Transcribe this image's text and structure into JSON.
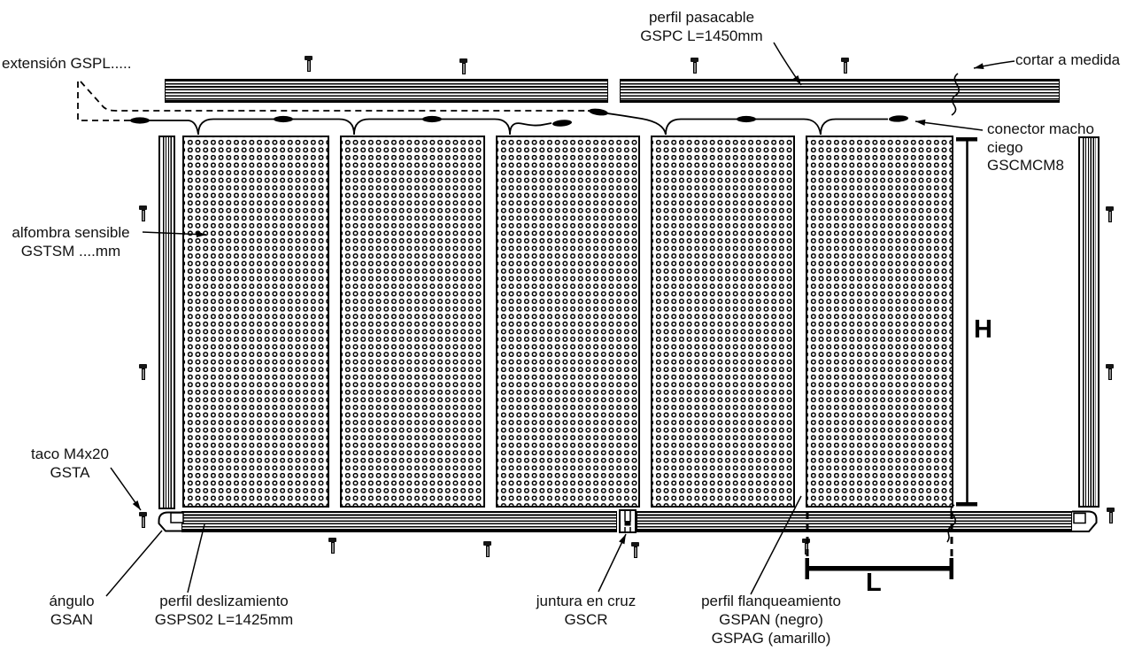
{
  "labels": {
    "extension": "extensión GSPL.....",
    "pasacable": [
      "perfil pasacable",
      "GSPC L=1450mm"
    ],
    "cortar": "cortar a medida",
    "conector": [
      "conector macho",
      "ciego",
      "GSCMCM8"
    ],
    "alfombra": [
      "alfombra sensible",
      "GSTSM ....mm"
    ],
    "taco": [
      "taco M4x20",
      "GSTA"
    ],
    "angulo": [
      "ángulo",
      "GSAN"
    ],
    "deslizamiento": [
      "perfil deslizamiento",
      "GSPS02 L=1425mm"
    ],
    "juntura": [
      "juntura en cruz",
      "GSCR"
    ],
    "flanqueamiento": [
      "perfil flanqueamiento",
      "GSPAN (negro)",
      "GSPAG (amarillo)"
    ],
    "dim_height": "H",
    "dim_length": "L"
  },
  "colors": {
    "line": "#000000",
    "background": "#ffffff",
    "text": "#111111"
  }
}
